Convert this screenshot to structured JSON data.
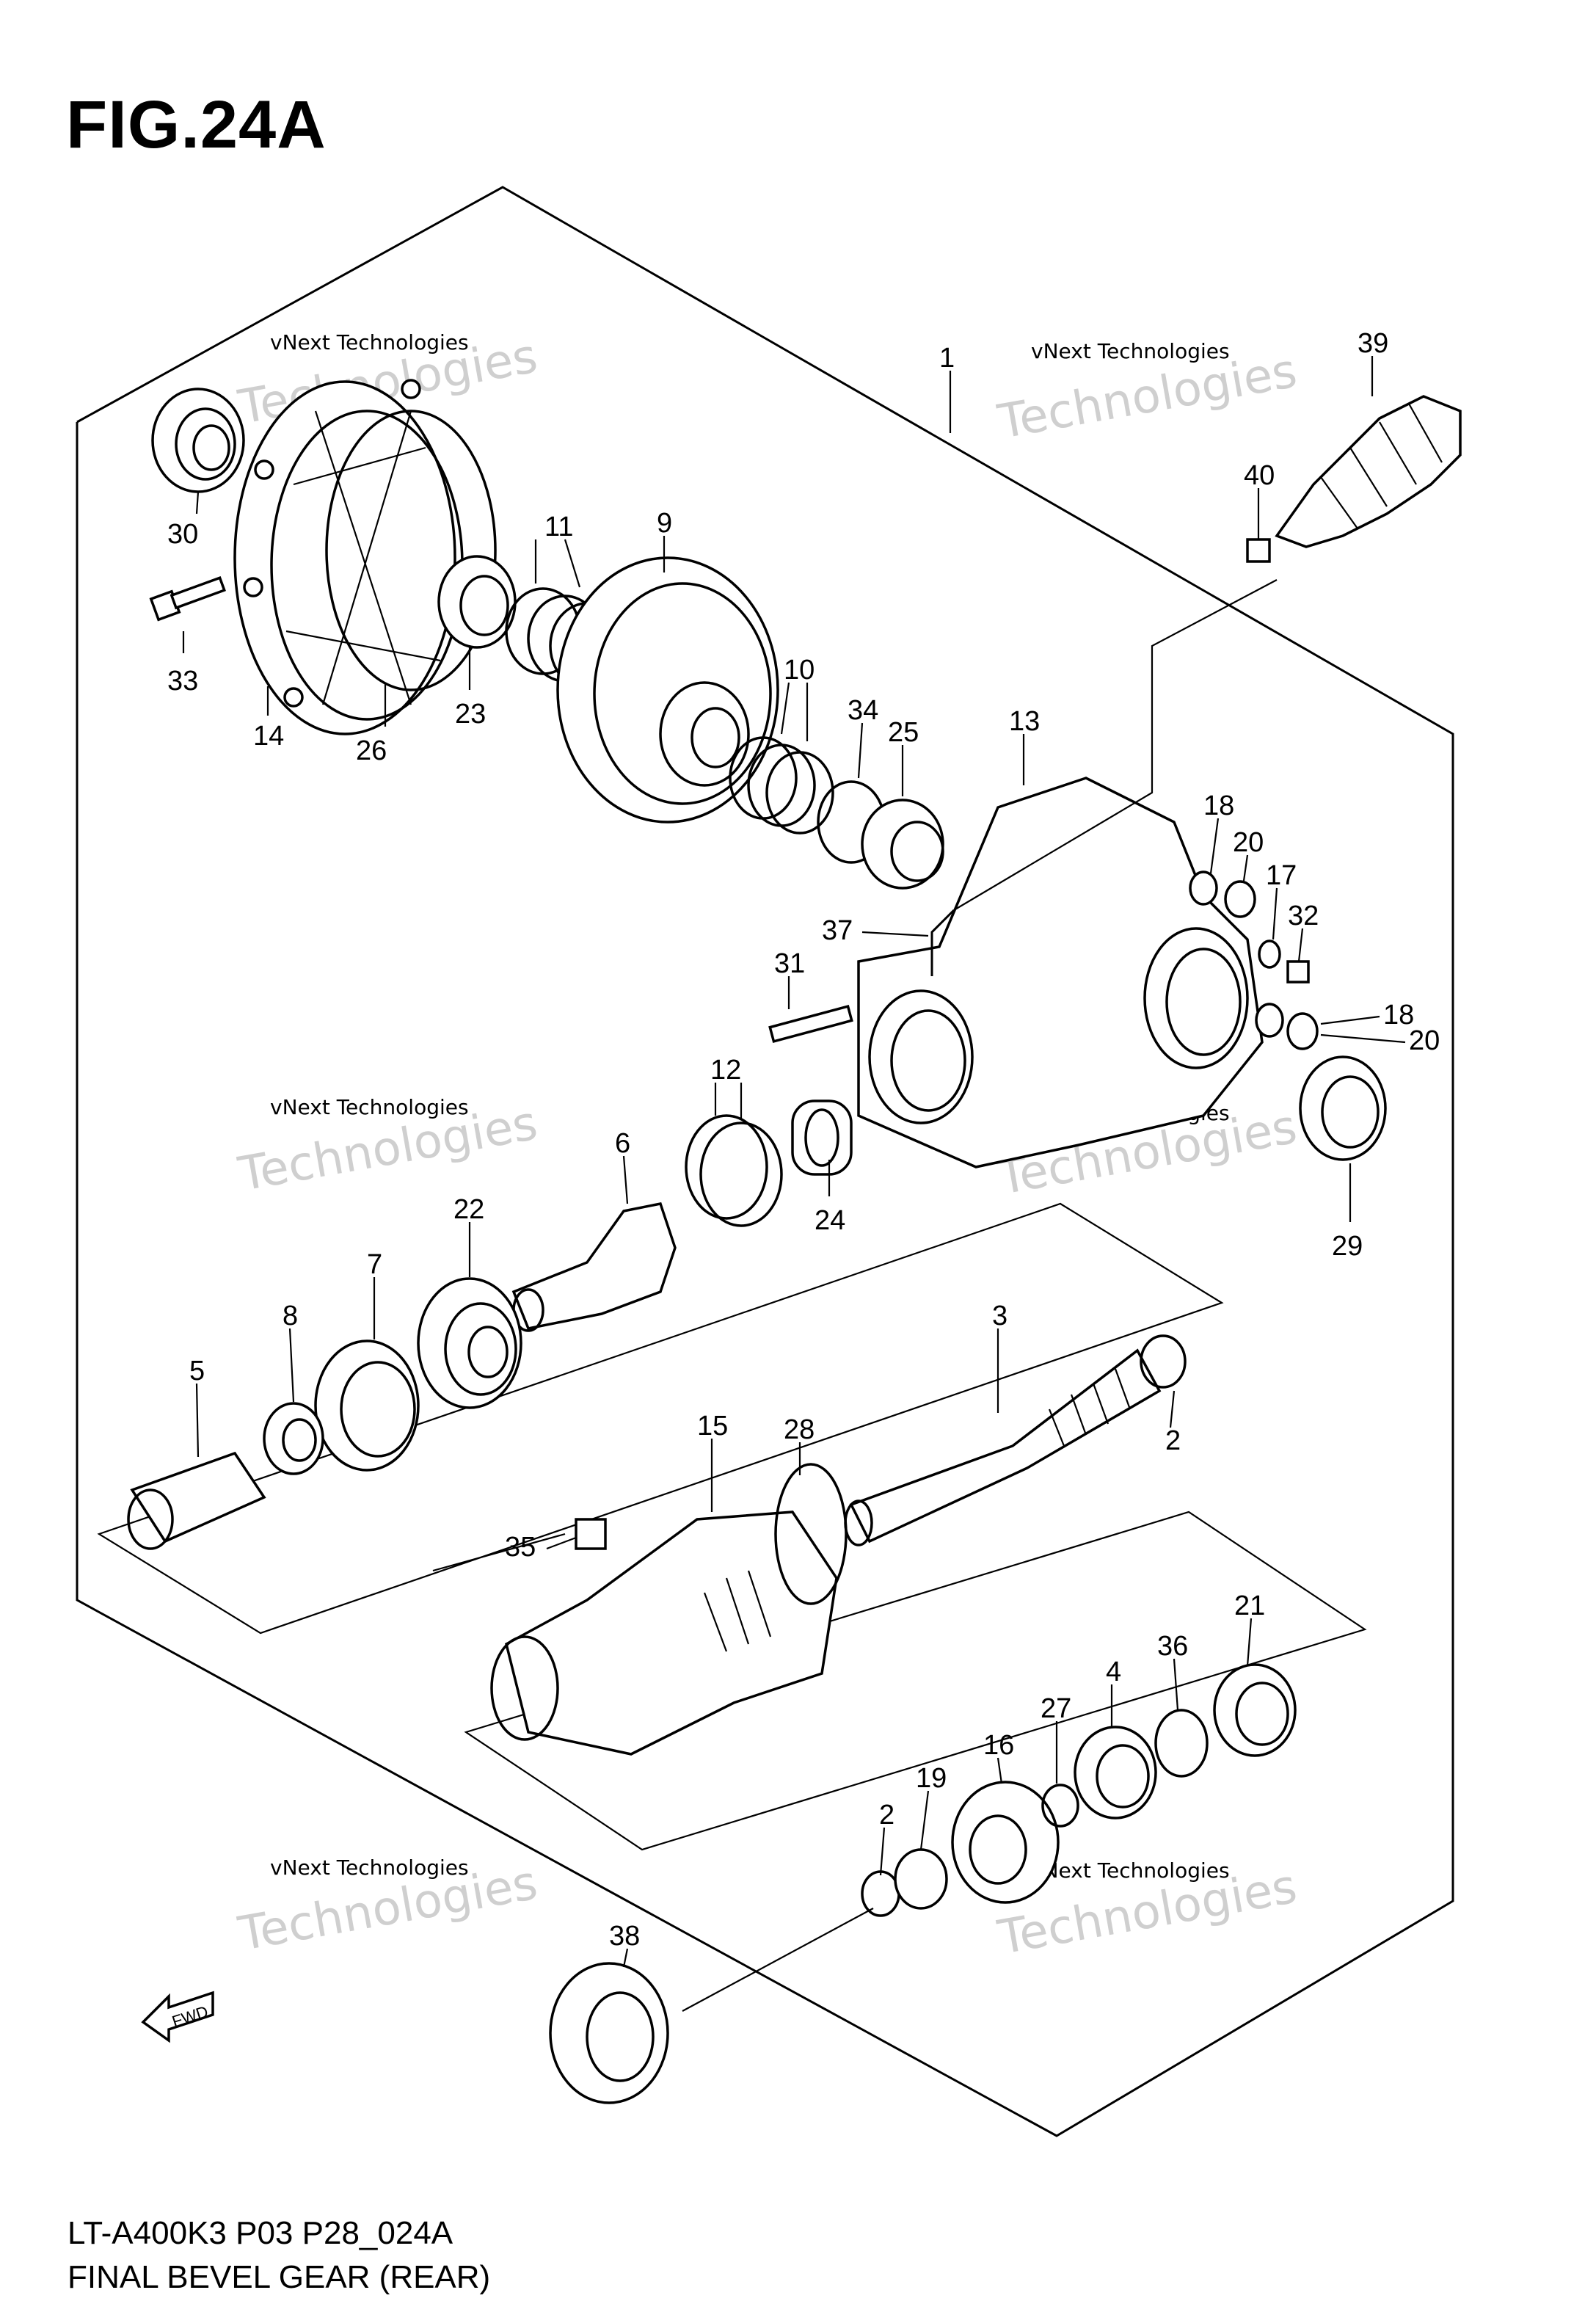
{
  "figure": {
    "title": "FIG.24A",
    "footer_code": "LT-A400K3 P03 P28_024A",
    "footer_name": "FINAL BEVEL GEAR (REAR)",
    "fwd_label": "FWD"
  },
  "watermark": {
    "small": "vNext Technologies",
    "large": "Technologies"
  },
  "callouts": [
    "1",
    "2",
    "2",
    "3",
    "4",
    "5",
    "6",
    "7",
    "8",
    "9",
    "10",
    "11",
    "12",
    "13",
    "14",
    "15",
    "16",
    "17",
    "18",
    "18",
    "19",
    "20",
    "20",
    "21",
    "22",
    "23",
    "24",
    "25",
    "26",
    "27",
    "28",
    "29",
    "30",
    "31",
    "32",
    "33",
    "34",
    "35",
    "36",
    "37",
    "38",
    "39",
    "40"
  ]
}
